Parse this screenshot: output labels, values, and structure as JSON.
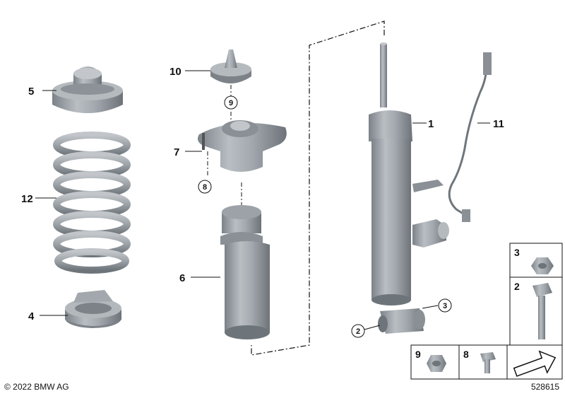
{
  "callouts": {
    "p1": "1",
    "p2": "2",
    "p3": "3",
    "p4": "4",
    "p5": "5",
    "p6": "6",
    "p7": "7",
    "p8": "8",
    "p9": "9",
    "p10": "10",
    "p11": "11",
    "p12": "12"
  },
  "inset_boxes": {
    "box3": "3",
    "box2": "2",
    "box9": "9",
    "box8": "8"
  },
  "footer": {
    "copyright": "© 2022 BMW AG",
    "diagram_id": "528615"
  },
  "colors": {
    "part_gray": "#9aa0a6",
    "part_dark": "#6f767c",
    "line": "#111111",
    "background": "#ffffff"
  },
  "icons": [
    "arrow-icon"
  ]
}
